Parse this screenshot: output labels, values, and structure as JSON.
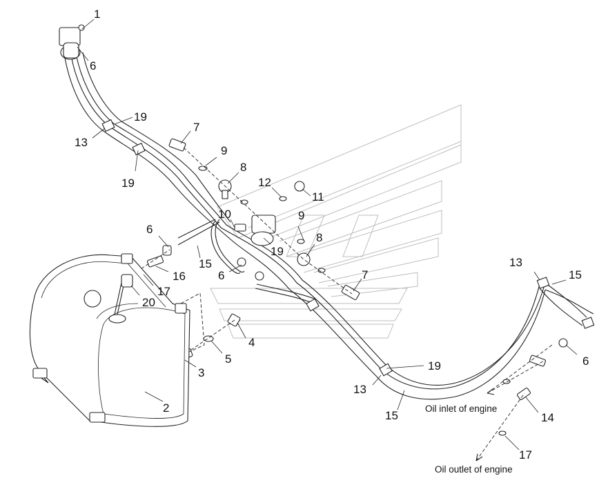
{
  "diagram": {
    "callouts": [
      {
        "id": "c1",
        "text": "1"
      },
      {
        "id": "c2",
        "text": "6"
      },
      {
        "id": "c3",
        "text": "19"
      },
      {
        "id": "c4",
        "text": "13"
      },
      {
        "id": "c5",
        "text": "19"
      },
      {
        "id": "c6",
        "text": "7"
      },
      {
        "id": "c7",
        "text": "9"
      },
      {
        "id": "c8",
        "text": "8"
      },
      {
        "id": "c9",
        "text": "12"
      },
      {
        "id": "c10",
        "text": "11"
      },
      {
        "id": "c11",
        "text": "10"
      },
      {
        "id": "c12",
        "text": "9"
      },
      {
        "id": "c13",
        "text": "8"
      },
      {
        "id": "c14",
        "text": "19"
      },
      {
        "id": "c15",
        "text": "6"
      },
      {
        "id": "c16",
        "text": "15"
      },
      {
        "id": "c17",
        "text": "6"
      },
      {
        "id": "c18",
        "text": "16"
      },
      {
        "id": "c19",
        "text": "17"
      },
      {
        "id": "c20",
        "text": "20"
      },
      {
        "id": "c21",
        "text": "7"
      },
      {
        "id": "c22",
        "text": "4"
      },
      {
        "id": "c23",
        "text": "5"
      },
      {
        "id": "c24",
        "text": "3"
      },
      {
        "id": "c25",
        "text": "2"
      },
      {
        "id": "c26",
        "text": "13"
      },
      {
        "id": "c27",
        "text": "15"
      },
      {
        "id": "c28",
        "text": "6"
      },
      {
        "id": "c29",
        "text": "13"
      },
      {
        "id": "c30",
        "text": "19"
      },
      {
        "id": "c31",
        "text": "15"
      },
      {
        "id": "c32",
        "text": "14"
      },
      {
        "id": "c33",
        "text": "17"
      }
    ],
    "notes": {
      "inlet": "Oil inlet of engine",
      "outlet": "Oil outlet of engine"
    },
    "colors": {
      "line": "#222222",
      "watermark": "#bdbdbd",
      "background": "#ffffff"
    }
  }
}
